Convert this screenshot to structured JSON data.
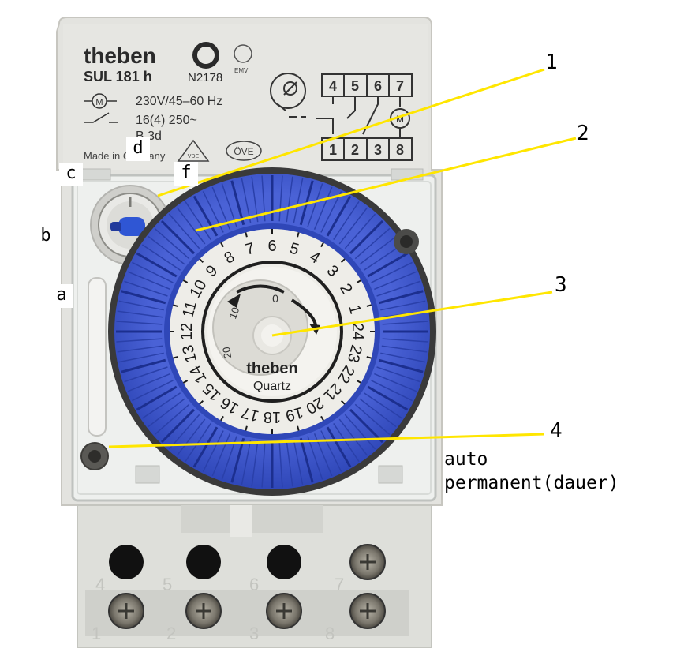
{
  "device": {
    "brand": "theben",
    "model": "SUL 181 h",
    "cert_code": "N2178",
    "emv_mark": "EMV",
    "voltage": "230V/45–60 Hz",
    "contact_rating": "16(4) 250~",
    "protection": "B 3d",
    "made_in": "Made in Germany",
    "ove_mark": "ÖVE",
    "vde_mark": "VDE",
    "dial_brand": "theben",
    "dial_label": "Quartz",
    "terminal_top": [
      "4",
      "5",
      "6",
      "7"
    ],
    "terminal_bottom": [
      "1",
      "2",
      "3",
      "8"
    ],
    "hours": [
      "1",
      "2",
      "3",
      "4",
      "5",
      "6",
      "7",
      "8",
      "9",
      "10",
      "11",
      "12",
      "13",
      "14",
      "15",
      "16",
      "17",
      "18",
      "19",
      "20",
      "21",
      "22",
      "23",
      "24"
    ],
    "minute_marks": [
      "0",
      "10",
      "20"
    ]
  },
  "labels": {
    "a": "a",
    "b": "b",
    "c": "c",
    "d": "d",
    "f": "f"
  },
  "callouts": [
    "1",
    "2",
    "3",
    "4"
  ],
  "mode_lines": [
    "auto",
    "permanent(dauer)"
  ],
  "colors": {
    "housing": "#e3e3df",
    "cover": "#eef0ee",
    "ring_blue": "#3f56c9",
    "ring_dark": "#2238a8",
    "dial_face": "#ecebe6",
    "leader_line": "#ffe600"
  }
}
